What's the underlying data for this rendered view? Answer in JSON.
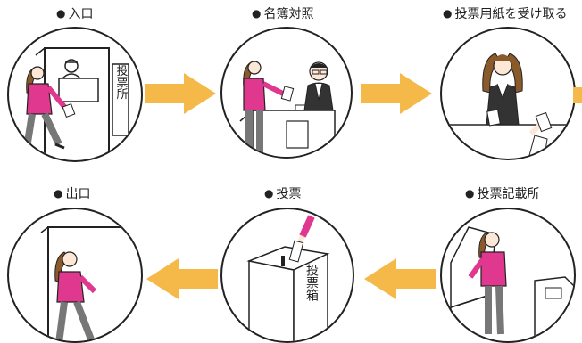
{
  "flow": {
    "steps": [
      {
        "label": "入口",
        "sign": "投票所"
      },
      {
        "label": "名簿対照"
      },
      {
        "label": "投票用紙を受け取る"
      },
      {
        "label": "投票記載所"
      },
      {
        "label": "投票",
        "box_text": "投票箱"
      },
      {
        "label": "出口"
      }
    ],
    "bullet": "●",
    "arrow_color": "#F5B94A",
    "accent_color": "#E0388E"
  }
}
